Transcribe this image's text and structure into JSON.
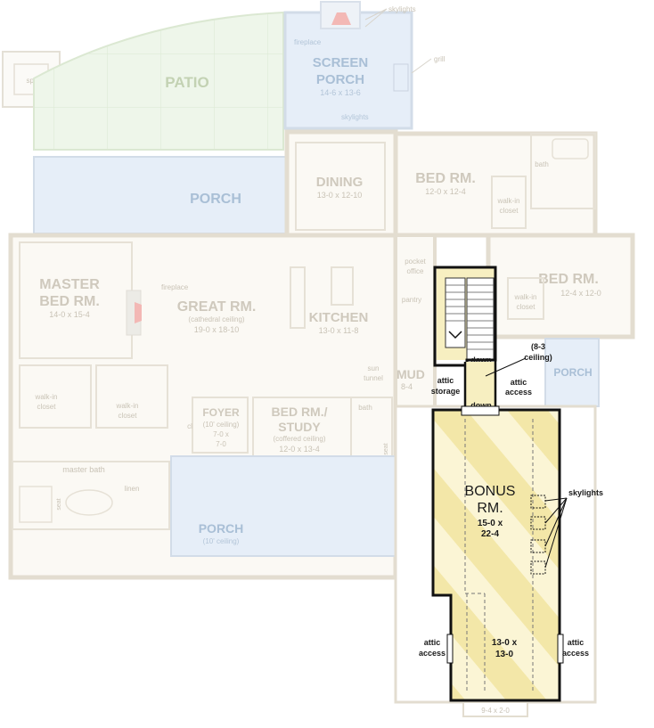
{
  "plan": {
    "main_floor": {
      "rooms": {
        "screen_porch": {
          "name_line1": "SCREEN",
          "name_line2": "PORCH",
          "size": "14-6 x 13-6"
        },
        "patio": {
          "name": "PATIO"
        },
        "spa": {
          "name": "spa"
        },
        "porch_rear": {
          "name": "PORCH"
        },
        "dining": {
          "name": "DINING",
          "size": "13-0 x 12-10"
        },
        "bed_rm_1": {
          "name": "BED RM.",
          "size": "12-0 x 12-4"
        },
        "bed_rm_2": {
          "name": "BED RM.",
          "size": "12-4 x 12-0"
        },
        "master": {
          "name_line1": "MASTER",
          "name_line2": "BED RM.",
          "size": "14-0 x 15-4"
        },
        "great": {
          "name": "GREAT RM.",
          "note": "(cathedral ceiling)",
          "size": "19-0 x 18-10"
        },
        "kitchen": {
          "name": "KITCHEN",
          "size": "13-0 x 11-8"
        },
        "mud": {
          "name": "MUD",
          "size": "8-4"
        },
        "porch_side": {
          "name": "PORCH"
        },
        "foyer": {
          "name": "FOYER",
          "note": "(10' ceiling)",
          "size_line1": "7-0 x",
          "size_line2": "7-0"
        },
        "bed_study": {
          "name_line1": "BED RM./",
          "name_line2": "STUDY",
          "note": "(coffered ceiling)",
          "size": "12-0 x 13-4"
        },
        "porch_front": {
          "name": "PORCH",
          "note": "(10' ceiling)"
        }
      },
      "notes": {
        "skylights_top": "skylights",
        "fireplace_porch": "fireplace",
        "grill": "grill",
        "skylights_porch": "skylights",
        "bath_top": "bath",
        "walkin_closet_bed1_line1": "walk-in",
        "walkin_closet_bed1_line2": "closet",
        "pocket_line1": "pocket",
        "pocket_line2": "office",
        "pantry": "pantry",
        "walkin_closet_bed2_line1": "walk-in",
        "walkin_closet_bed2_line2": "closet",
        "fireplace_great": "fireplace",
        "sun_tunnel_line1": "sun",
        "sun_tunnel_line2": "tunnel",
        "walkin_a_line1": "walk-in",
        "walkin_a_line2": "closet",
        "walkin_b_line1": "walk-in",
        "walkin_b_line2": "closet",
        "cl": "cl",
        "bath_mid": "bath",
        "seat_shower": "seat",
        "master_bath": "master bath",
        "linen": "linen",
        "seat_master": "seat",
        "walkin_c_line1": "walk-in",
        "walkin_c_line2": "closet"
      }
    },
    "bonus_level": {
      "bonus_room": {
        "name_line1": "BONUS",
        "name_line2": "RM.",
        "size_line1": "15-0 x",
        "size_line2": "22-4",
        "size2_line1": "13-0 x",
        "size2_line2": "13-0"
      },
      "labels": {
        "down_stair": "down",
        "ceiling_line1": "(8-3",
        "ceiling_line2": "ceiling)",
        "attic_storage_line1": "attic",
        "attic_storage_line2": "storage",
        "attic_access_top_line1": "attic",
        "attic_access_top_line2": "access",
        "down_entry": "down",
        "skylights": "skylights",
        "attic_access_left_line1": "attic",
        "attic_access_left_line2": "access",
        "attic_access_right_line1": "attic",
        "attic_access_right_line2": "access",
        "deck_dims": "9-4 x 2-0"
      }
    },
    "colors": {
      "highlight_fill": "#f7efc1",
      "stripe": "#efe3a0",
      "porch_blue": "#e6eef8",
      "patio_green": "#eef6ea",
      "faded_floor": "#fbf9f4",
      "walls_faded": "#e3ddd0",
      "walls_dark": "#111111"
    }
  }
}
